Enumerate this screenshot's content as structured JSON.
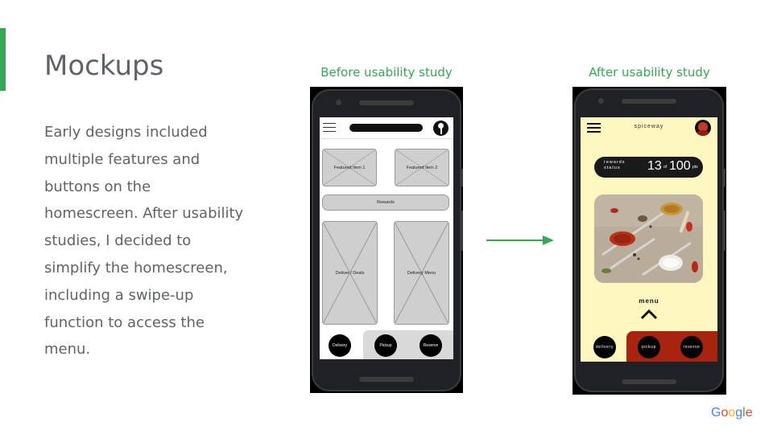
{
  "slide": {
    "title": "Mockups",
    "body": "Early designs included multiple features and buttons on the homescreen. After usability studies, I decided to simplify the homescreen, including a swipe-up function to access the menu.",
    "caption_before": "Before usability study",
    "caption_after": "After usability study"
  },
  "before_mockup": {
    "cards": [
      "Featured Item 1",
      "Featured Item 2"
    ],
    "rewards_label": "Rewards",
    "panels": [
      "Deliver / Deals",
      "Delivery Menu"
    ],
    "nav_buttons": [
      "Delivery",
      "Pickup",
      "Reserve"
    ]
  },
  "after_mockup": {
    "app_name": "spiceway",
    "rewards_line1": "rewards",
    "rewards_line2": "status",
    "rewards_current": "13",
    "rewards_sep": "of",
    "rewards_target": "100",
    "rewards_unit": "pts",
    "menu_label": "menu",
    "nav_buttons": [
      "delivery",
      "pickup",
      "reserve"
    ]
  },
  "logo": {
    "letters": [
      "G",
      "o",
      "o",
      "g",
      "l",
      "e"
    ],
    "colors": [
      "#4285f4",
      "#ea4335",
      "#fbbc05",
      "#4285f4",
      "#34a853",
      "#ea4335"
    ]
  },
  "colors": {
    "accent": "#34a853",
    "after_background": "#fff6c0",
    "after_bottom_bar": "#a8240e"
  }
}
